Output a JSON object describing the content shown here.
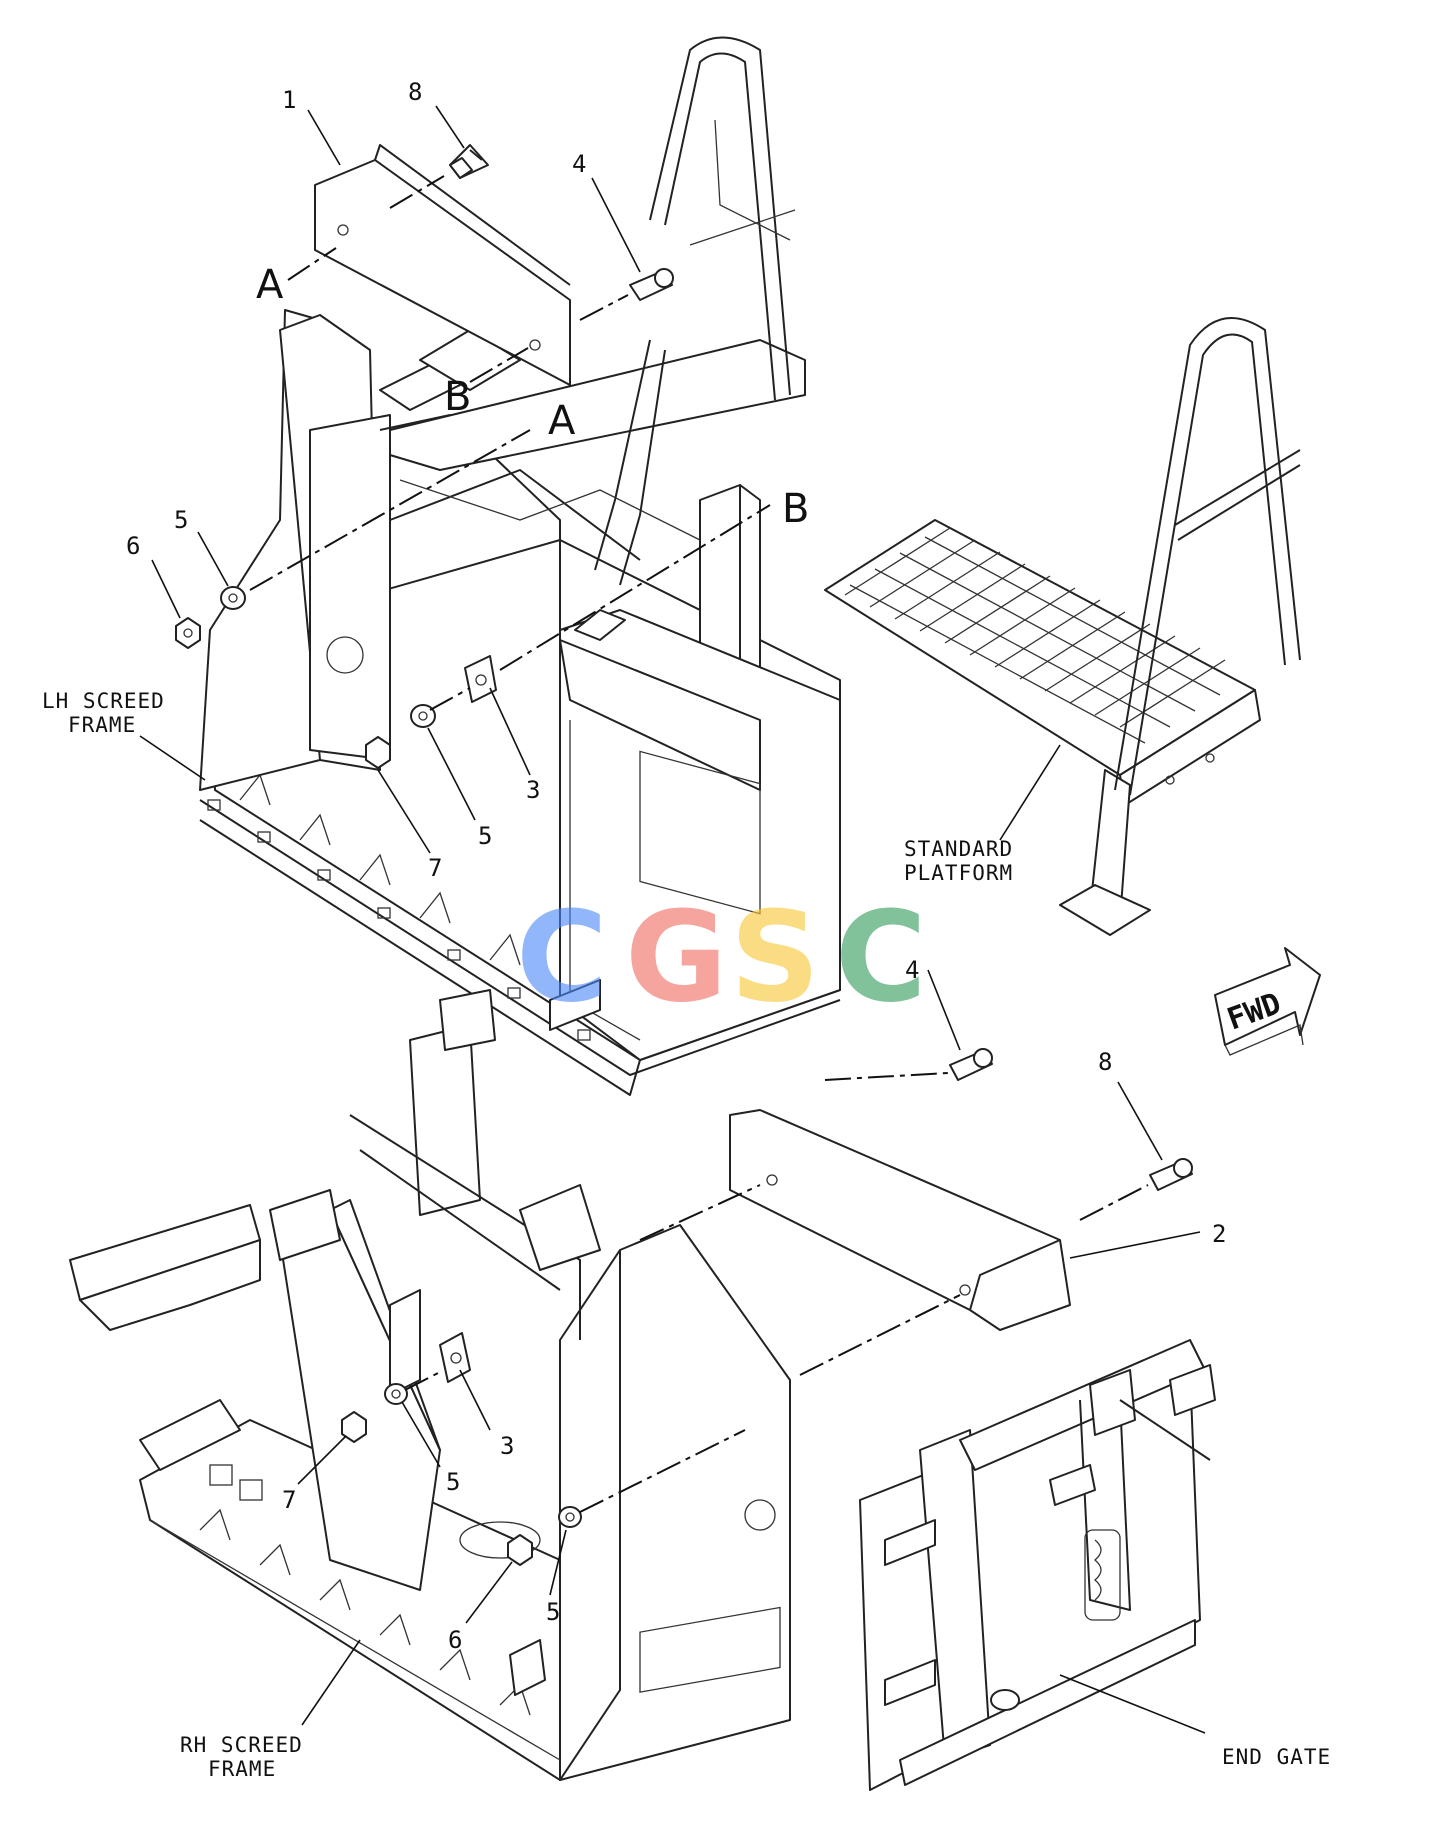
{
  "callouts": {
    "c1": "1",
    "c8a": "8",
    "c4a": "4",
    "c6a": "6",
    "c5a": "5",
    "c3a": "3",
    "c5b": "5",
    "c7a": "7",
    "c4b": "4",
    "c8b": "8",
    "c2": "2",
    "c3b": "3",
    "c5c": "5",
    "c7b": "7",
    "c6b": "6",
    "c5d": "5"
  },
  "letters": {
    "A1": "A",
    "B1": "B",
    "A2": "A",
    "B2": "B"
  },
  "labels": {
    "lh_frame": [
      "LH SCREED",
      "FRAME"
    ],
    "rh_frame": [
      "RH SCREED",
      "FRAME"
    ],
    "platform": [
      "STANDARD",
      "PLATFORM"
    ],
    "end_gate": "END GATE",
    "fwd": "FWD"
  },
  "watermark": {
    "letters": [
      "C",
      "G",
      "S",
      "C"
    ],
    "colors": [
      "#4a86f7",
      "#f06a5e",
      "#f7c632",
      "#2e9a5a"
    ]
  }
}
